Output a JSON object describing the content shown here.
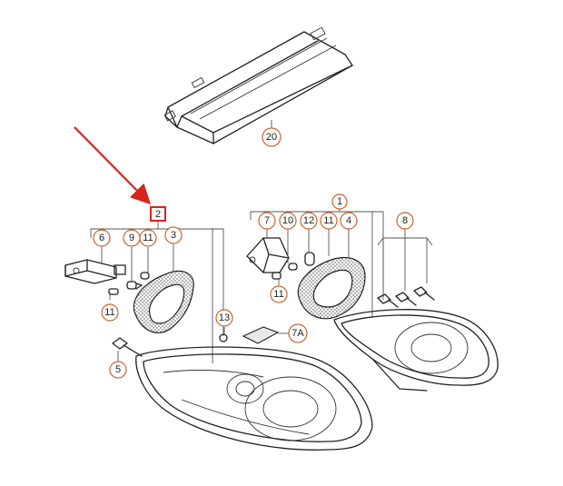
{
  "callouts": {
    "c20": "20",
    "c2": "2",
    "c1": "1",
    "c6": "6",
    "c9": "9",
    "c11a": "11",
    "c3": "3",
    "c7": "7",
    "c10": "10",
    "c12": "12",
    "c11b": "11",
    "c4": "4",
    "c8": "8",
    "c11c": "11",
    "c11d": "11",
    "c13": "13",
    "c7A": "7A",
    "c5": "5"
  },
  "colors": {
    "callout_ring": "#c8642a",
    "arrow": "#d9231d",
    "highlight_box": "#d9231d"
  }
}
